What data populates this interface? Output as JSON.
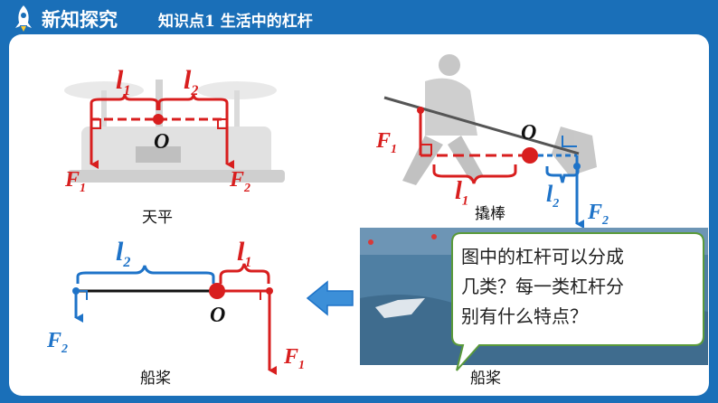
{
  "header": {
    "title": "新知探究",
    "subtitle": "知识点1  生活中的杠杆"
  },
  "captions": {
    "balance": "天平",
    "crowbar": "撬棒",
    "oar_left": "船桨",
    "oar_photo": "船桨"
  },
  "labels": {
    "l1": "l",
    "l1_sub": "1",
    "l2": "l",
    "l2_sub": "2",
    "F1": "F",
    "F1_sub": "1",
    "F2": "F",
    "F2_sub": "2",
    "O": "O"
  },
  "bubble": {
    "line1": "图中的杠杆可以分成",
    "line2": "几类？每一类杠杆分",
    "line3": "别有什么特点？"
  },
  "colors": {
    "header_bg": "#1a6fb8",
    "red": "#d81e1e",
    "blue": "#1e73c8",
    "bubble_border": "#5a9a3a"
  }
}
